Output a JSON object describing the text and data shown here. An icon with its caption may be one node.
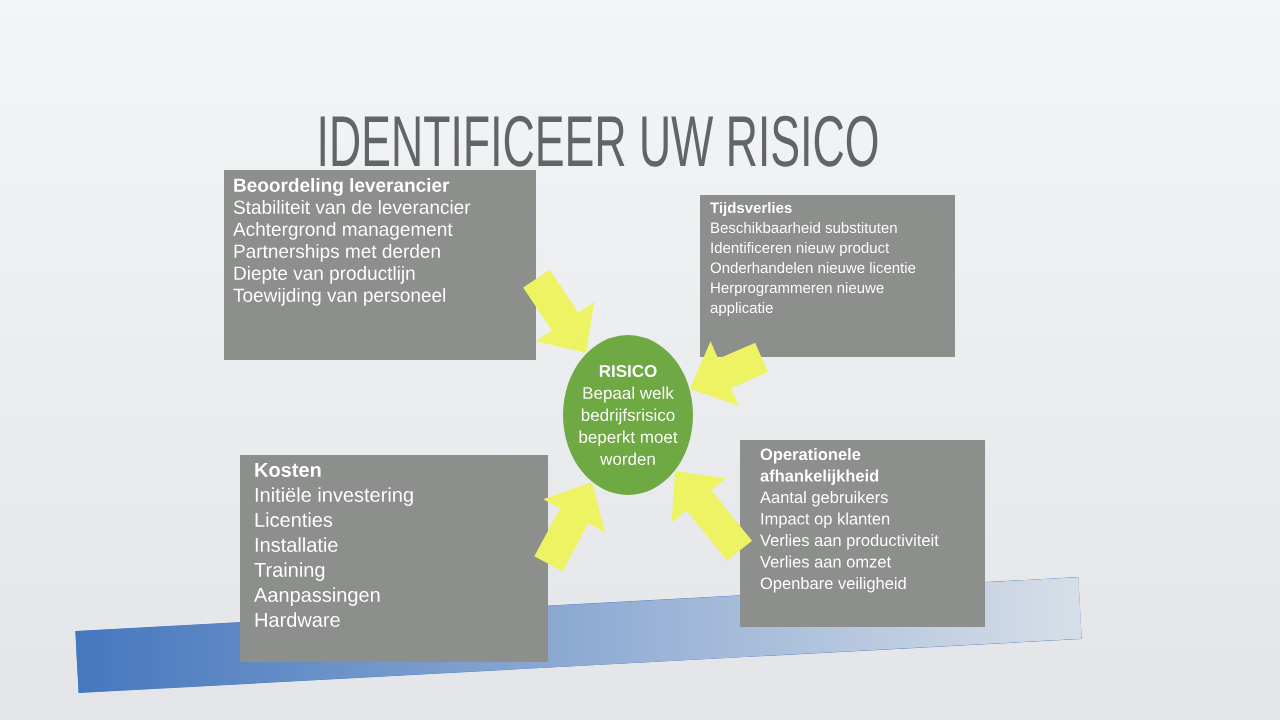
{
  "diagram": {
    "title": "IDENTIFICEER UW RISICO",
    "nodes": [
      {
        "text": [
          "Beoordeling leverancier",
          "Stabiliteit van de leverancier",
          "Achtergrond management",
          "Partnerships met derden",
          "Diepte van productlijn",
          "Toewijding van personeel"
        ]
      },
      {
        "text": [
          "Tijdsverlies",
          "Beschikbaarheid substituten",
          "Identificeren nieuw product",
          "Onderhandelen nieuwe licentie",
          "Herprogrammeren nieuwe applicatie"
        ]
      },
      {
        "text": [
          "RISICO",
          "Bepaal welk bedrijfsrisico beperkt moet worden"
        ]
      },
      {
        "text": [
          "Kosten",
          "Initiële investering",
          "Licenties",
          "Installatie",
          "Training",
          "Aanpassingen",
          "Hardware"
        ]
      },
      {
        "text": [
          "Operationele afhankelijkheid",
          "Aantal gebruikers",
          "Impact op klanten",
          "Verlies aan productiviteit",
          "Verlies aan omzet",
          "Openbare veiligheid"
        ]
      },
      {
        "text": [],
        "shape": "bar"
      }
    ],
    "edges": [
      {
        "from": 0,
        "to": 2,
        "arrow": "to"
      },
      {
        "from": 1,
        "to": 2,
        "arrow": "to"
      },
      {
        "from": 3,
        "to": 2,
        "arrow": "to"
      },
      {
        "from": 4,
        "to": 2,
        "arrow": "to"
      }
    ]
  }
}
